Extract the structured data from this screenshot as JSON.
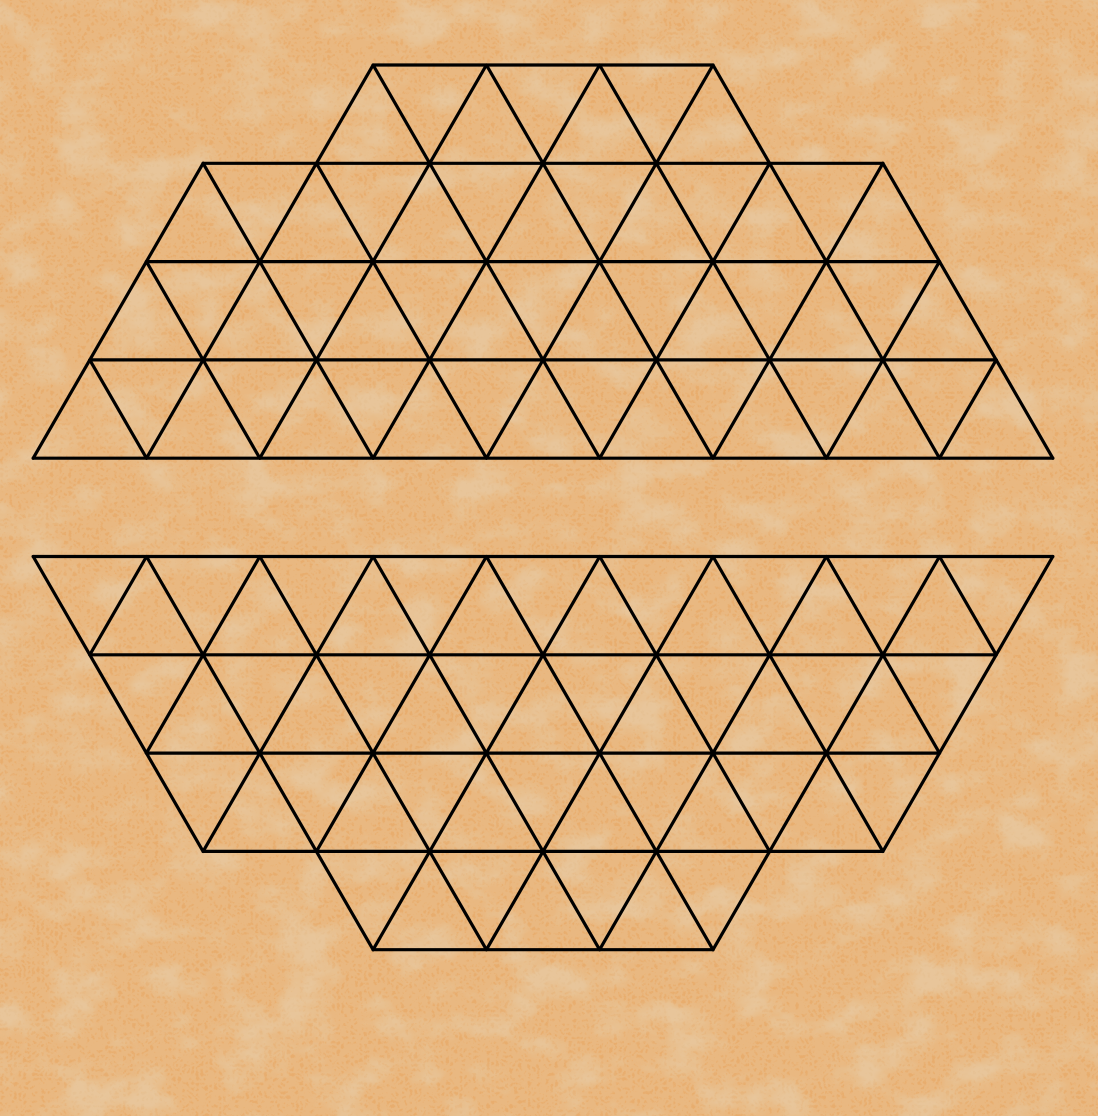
{
  "board": {
    "kind": "triangular-grid",
    "outline": "irregular-hexagon",
    "row_segment_counts": [
      3,
      6,
      7,
      8,
      9,
      9,
      8,
      7,
      6,
      3
    ],
    "background_color": "#e8ad6e",
    "texture_color": "#c98f55",
    "line_color": "#000000"
  }
}
